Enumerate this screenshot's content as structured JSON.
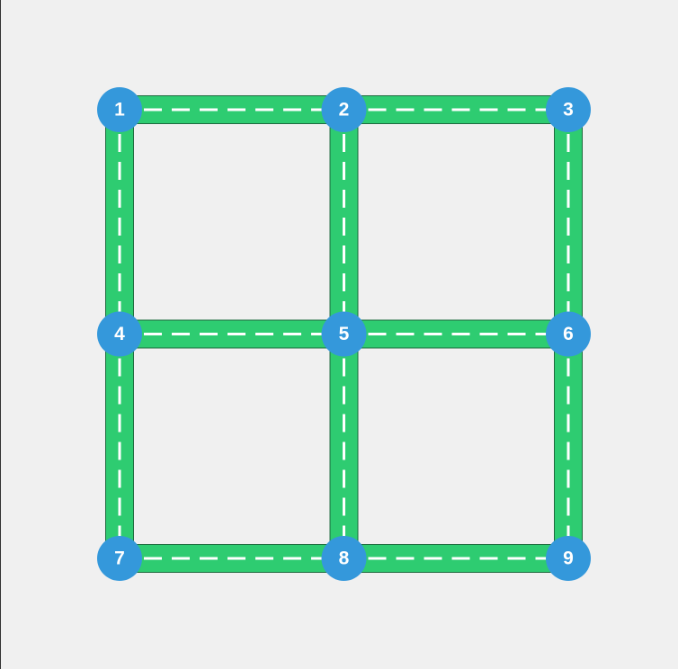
{
  "colors": {
    "background": "#f0f0f0",
    "road": "#2ecc71",
    "road_outline": "#27ae60",
    "lane_dash": "#ffffff",
    "node": "#3498db",
    "node_label": "#ffffff"
  },
  "nodes": [
    {
      "id": 1,
      "label": "1",
      "row": 0,
      "col": 0
    },
    {
      "id": 2,
      "label": "2",
      "row": 0,
      "col": 1
    },
    {
      "id": 3,
      "label": "3",
      "row": 0,
      "col": 2
    },
    {
      "id": 4,
      "label": "4",
      "row": 1,
      "col": 0
    },
    {
      "id": 5,
      "label": "5",
      "row": 1,
      "col": 1
    },
    {
      "id": 6,
      "label": "6",
      "row": 1,
      "col": 2
    },
    {
      "id": 7,
      "label": "7",
      "row": 2,
      "col": 0
    },
    {
      "id": 8,
      "label": "8",
      "row": 2,
      "col": 1
    },
    {
      "id": 9,
      "label": "9",
      "row": 2,
      "col": 2
    }
  ],
  "edges": [
    {
      "from": 1,
      "to": 2
    },
    {
      "from": 2,
      "to": 3
    },
    {
      "from": 4,
      "to": 5
    },
    {
      "from": 5,
      "to": 6
    },
    {
      "from": 7,
      "to": 8
    },
    {
      "from": 8,
      "to": 9
    },
    {
      "from": 1,
      "to": 4
    },
    {
      "from": 4,
      "to": 7
    },
    {
      "from": 2,
      "to": 5
    },
    {
      "from": 5,
      "to": 8
    },
    {
      "from": 3,
      "to": 6
    },
    {
      "from": 6,
      "to": 9
    }
  ]
}
